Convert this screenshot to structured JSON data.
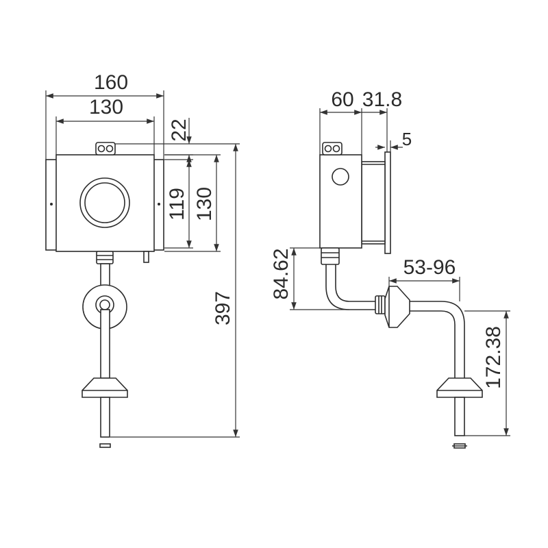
{
  "colors": {
    "line": "#2b2b2b",
    "background": "#ffffff"
  },
  "dimensions": {
    "front_overall_width": "160",
    "front_box_width": "130",
    "front_top_offset": "22",
    "front_box_height_119": "119",
    "front_box_height_130": "130",
    "front_total_height": "397",
    "side_box_depth": "60",
    "side_plate_depth": "31.8",
    "side_plate_thickness": "5",
    "side_outlet_drop": "84.62",
    "side_adjust_range": "53-96",
    "side_pipe_drop": "172.38"
  }
}
